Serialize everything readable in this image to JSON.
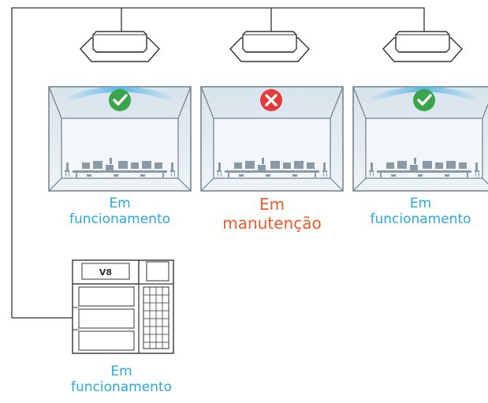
{
  "units": [
    {
      "id": "room-1",
      "status": "ok",
      "status_icon": "check-icon",
      "label_line1": "Em",
      "label_line2": "funcionamento"
    },
    {
      "id": "room-2",
      "status": "bad",
      "status_icon": "cross-icon",
      "label_line1": "Em",
      "label_line2": "manutenção"
    },
    {
      "id": "room-3",
      "status": "ok",
      "status_icon": "check-icon",
      "label_line1": "Em",
      "label_line2": "funcionamento"
    }
  ],
  "outdoor_unit": {
    "logo_text": "V8",
    "label_line1": "Em",
    "label_line2": "funcionamento"
  },
  "colors": {
    "ok_text": "#29a8e0",
    "bad_text": "#f05a28",
    "ok_badge": "#3aa54a",
    "bad_badge": "#e63a3a",
    "airflow": "#7cc6ea",
    "room_fill": "#dfe8ee",
    "furniture": "#8a9aa6",
    "line": "#333333"
  }
}
